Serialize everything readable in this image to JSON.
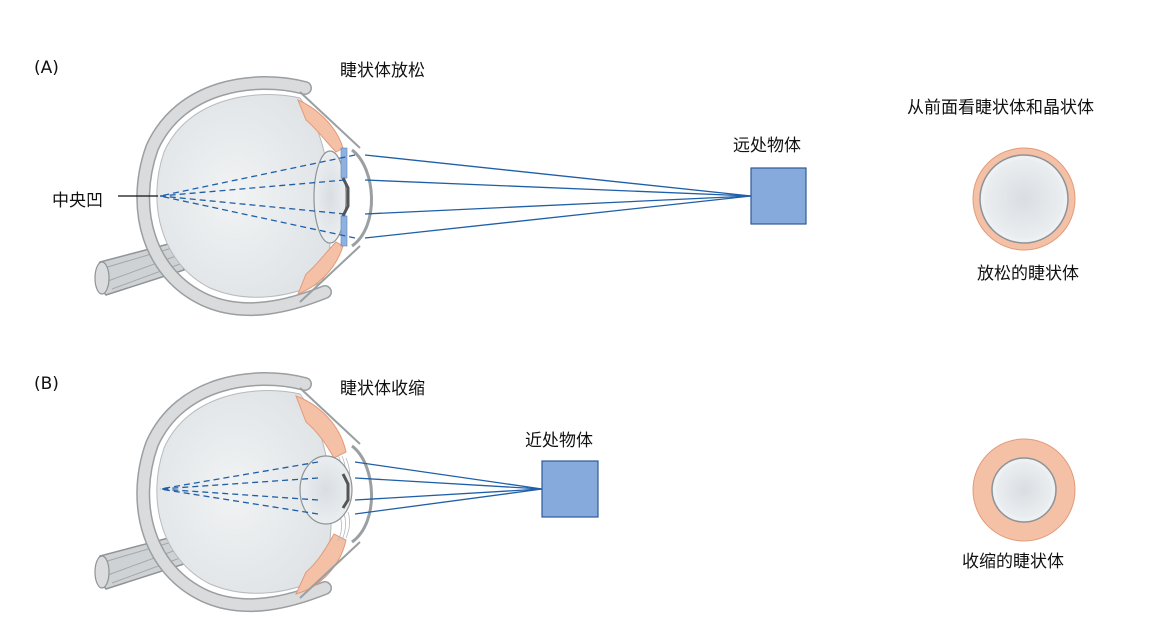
{
  "panel_a": {
    "letter": "(A)",
    "state_label": "睫状体放松",
    "object_label": "远处物体",
    "fovea_label": "中央凹",
    "front_view_title": "从前面看睫状体和晶状体",
    "front_view_caption": "放松的睫状体"
  },
  "panel_b": {
    "letter": "(B)",
    "state_label": "睫状体收缩",
    "object_label": "近处物体",
    "front_view_caption": "收缩的睫状体"
  },
  "colors": {
    "ray": "#1f5fa8",
    "object_fill": "#86aadb",
    "object_stroke": "#2e5a9a",
    "ciliary": "#f4c0a6",
    "ciliary_stroke": "#e29a7a",
    "sclera": "#d6d8da",
    "eye_inner": "#e9ecee",
    "lens": "#e3e8eb"
  }
}
